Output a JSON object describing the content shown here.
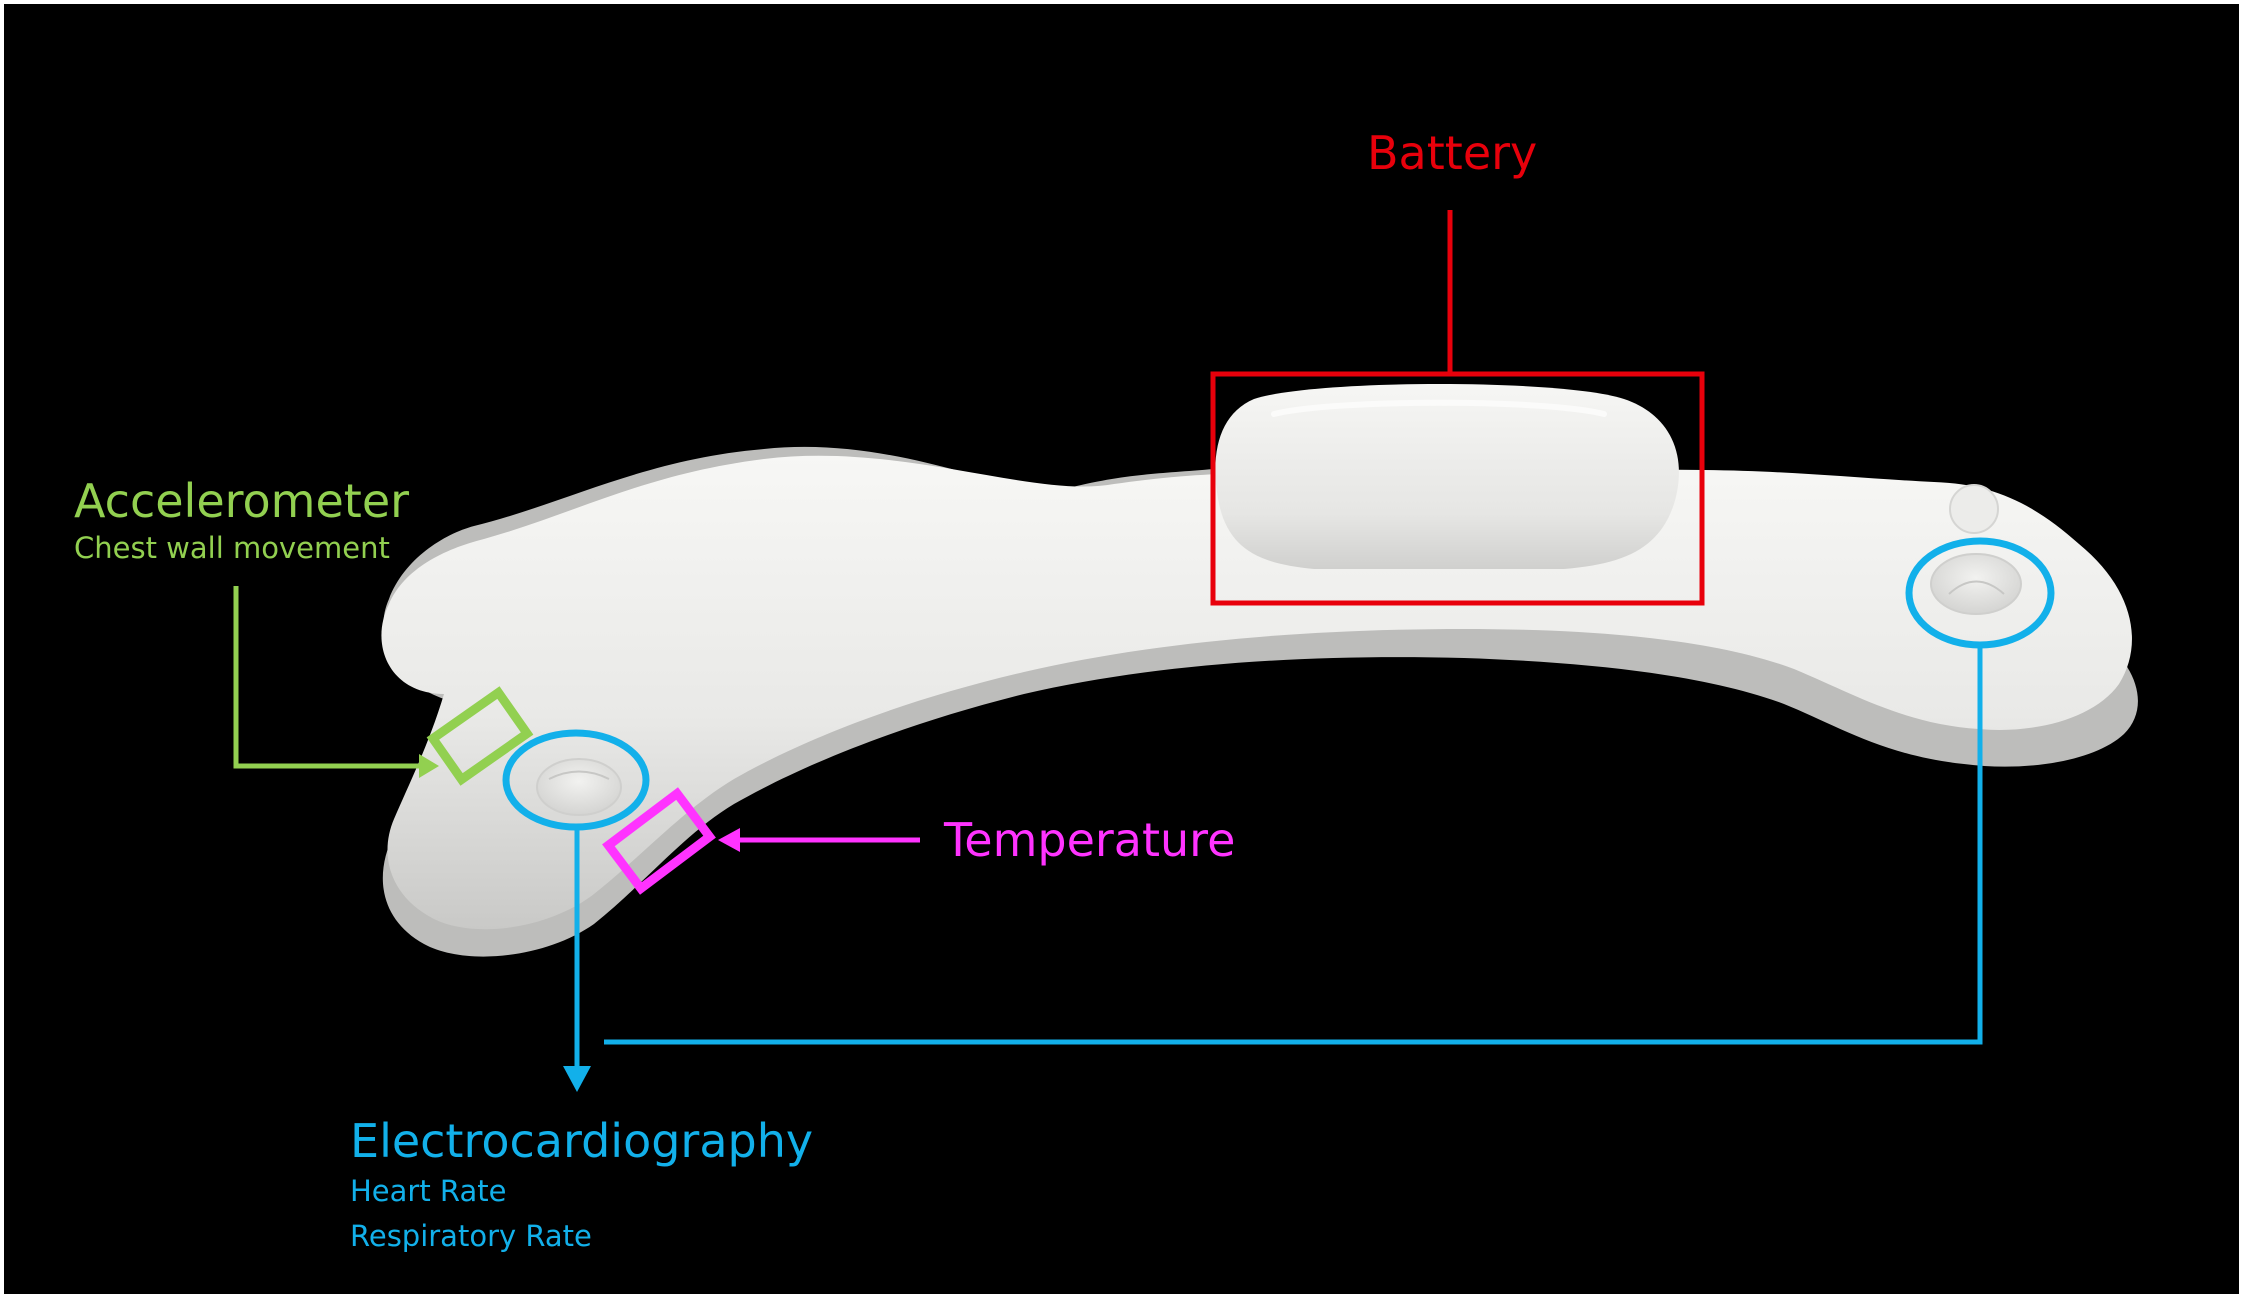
{
  "labels": {
    "battery": "Battery",
    "accelerometer": {
      "title": "Accelerometer",
      "subtitle": "Chest wall movement"
    },
    "temperature": "Temperature",
    "ecg": {
      "title": "Electrocardiography",
      "lines": [
        "Heart Rate",
        "Respiratory Rate"
      ]
    }
  },
  "colors": {
    "background": "#000000",
    "device": "#e8e8e6",
    "battery": "#e8000b",
    "accelerometer": "#92d050",
    "temperature": "#ff33ff",
    "ecg": "#12b0ea"
  }
}
